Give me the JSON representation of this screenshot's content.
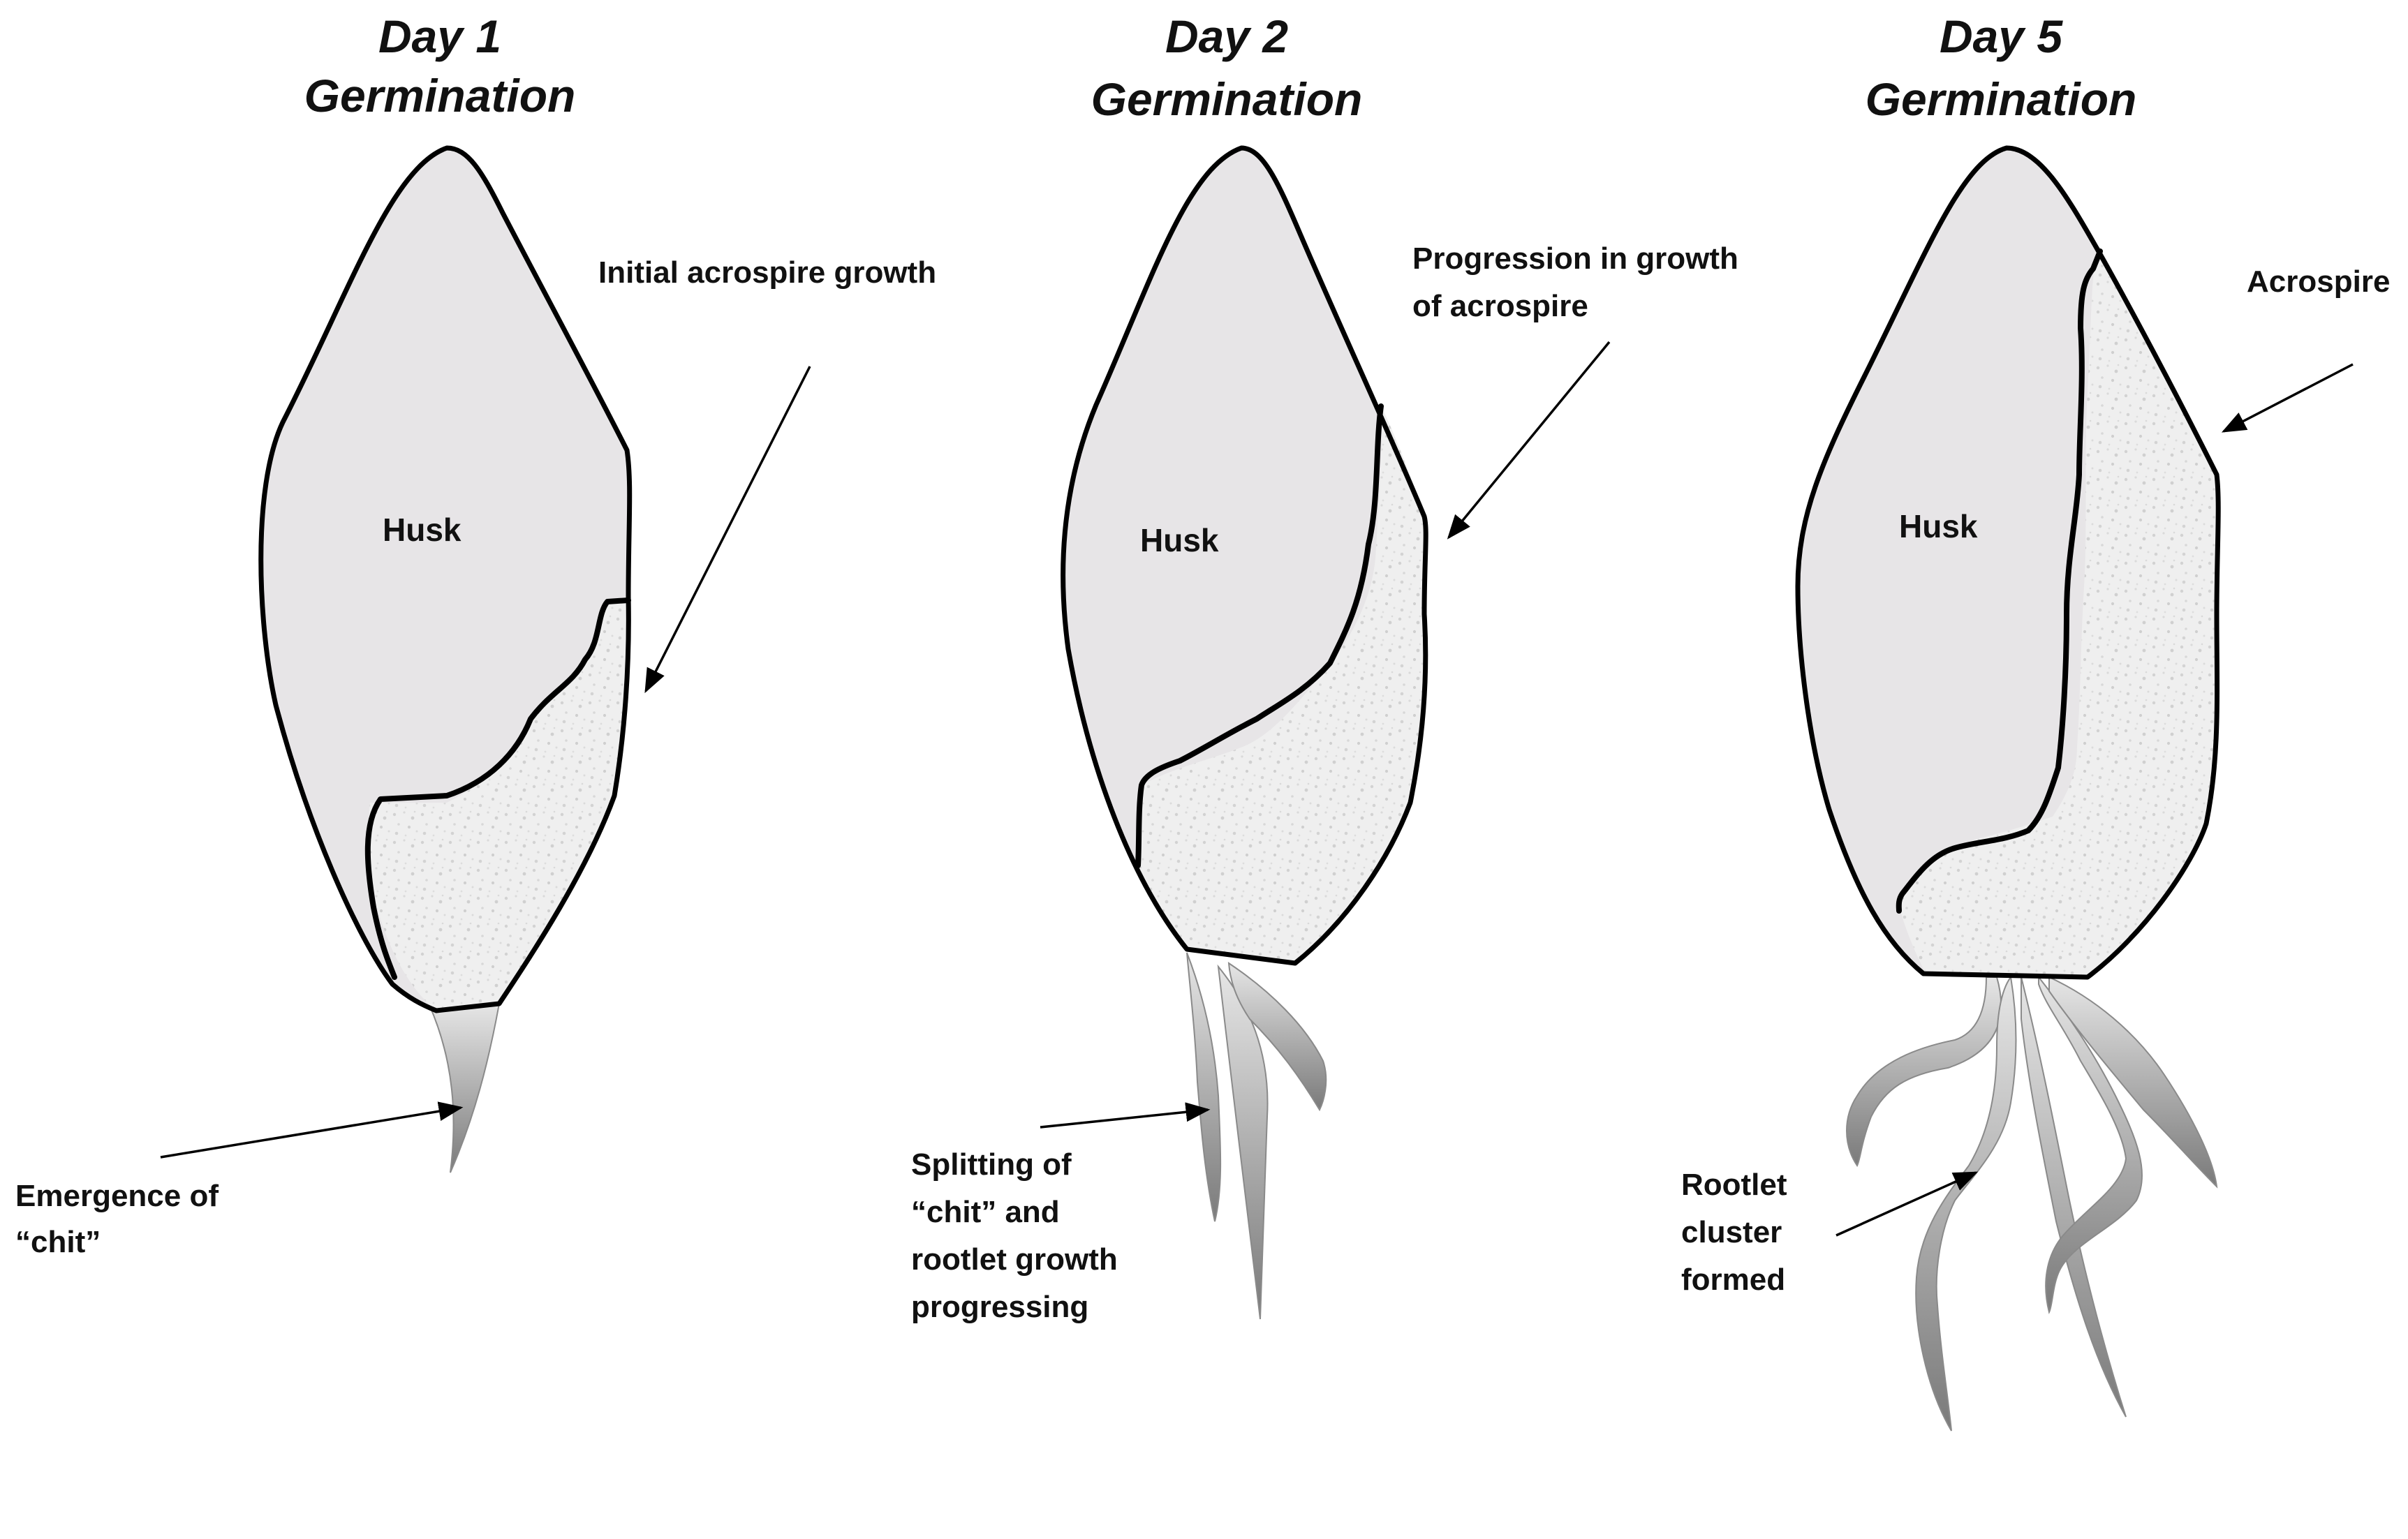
{
  "stages": [
    {
      "title_line1": "Day 1",
      "title_line2": "Germination",
      "husk_label": "Husk",
      "acrospire_label_lines": [
        "Initial acrospire growth"
      ],
      "root_label_lines": [
        "Emergence of",
        "“chit”"
      ]
    },
    {
      "title_line1": "Day 2",
      "title_line2": "Germination",
      "husk_label": "Husk",
      "acrospire_label_lines": [
        "Progression in growth",
        "of  acrospire"
      ],
      "root_label_lines": [
        "Splitting of",
        "“chit” and",
        "rootlet growth",
        "progressing"
      ]
    },
    {
      "title_line1": "Day 5",
      "title_line2": "Germination",
      "husk_label": "Husk",
      "acrospire_label_lines": [
        "Acrospire"
      ],
      "root_label_lines": [
        "Rootlet",
        "cluster",
        "formed"
      ]
    }
  ],
  "colors": {
    "husk_fill": "#e7e5e7",
    "acrospire_fill": "#efefef",
    "rootlet_light": "#e6e6e6",
    "rootlet_dark": "#7a7a7a",
    "outline": "#000000"
  }
}
